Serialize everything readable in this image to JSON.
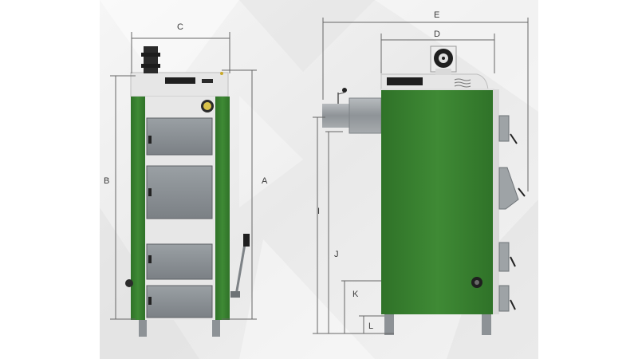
{
  "dimension_labels": {
    "A": "A",
    "B": "B",
    "C": "C",
    "D": "D",
    "E": "E",
    "I": "I",
    "J": "J",
    "K": "K",
    "L": "L"
  },
  "colors": {
    "page_background": "#ffffff",
    "panel_background": "#efefef",
    "boiler_green": "#3f8a35",
    "boiler_green_dark": "#2e6e27",
    "door_gray": "#8a8f93",
    "door_gray_dark": "#6b7075",
    "top_cover": "#e4e4e4",
    "dimension_line": "#666666",
    "label_text": "#3a3a3a"
  },
  "icons": {
    "front_chimney": "chimney-icon",
    "side_fan": "fan-icon",
    "thermometer": "thermometer-icon",
    "lever": "lever-handle-icon"
  }
}
